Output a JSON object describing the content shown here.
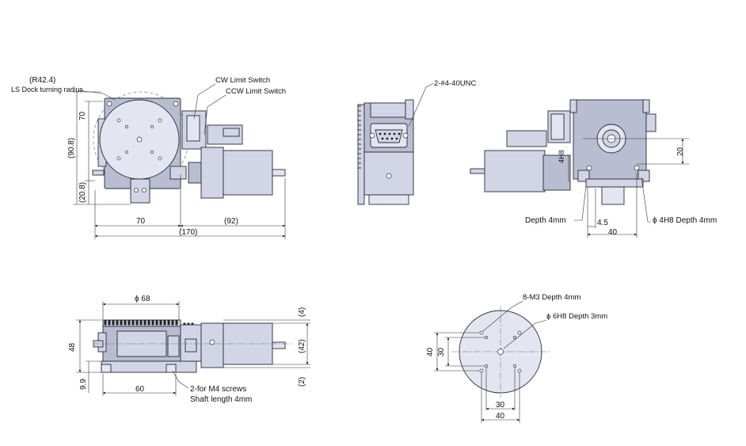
{
  "dimensions": {
    "top_view": {
      "turning_radius": "(R42.4)",
      "turning_radius_note": "LS Dock turning radius",
      "height_total": "(90.8)",
      "height_table": "70",
      "height_offset": "(20.8)",
      "width_table": "70",
      "width_motor": "(92)",
      "width_total": "(170)",
      "cw_switch": "CW Limit Switch",
      "ccw_switch": "CCW Limit Switch"
    },
    "end_view": {
      "connector_thread": "2-#4-40UNC"
    },
    "right_view": {
      "pin_hole": "4H8",
      "height_20": "20",
      "depth_note": "Depth 4mm",
      "offset_45": "4.5",
      "width_40": "40",
      "pin_note": "ϕ 4H8 Depth 4mm"
    },
    "front_view": {
      "diameter": "ϕ 68",
      "height_48": "48",
      "height_99": "9.9",
      "dim_4": "(4)",
      "dim_42": "(42)",
      "dim_2": "(2)",
      "width_60": "60",
      "screws": "2-for M4 screws",
      "shaft_length": "Shaft length 4mm"
    },
    "table_view": {
      "thread_holes": "8-M3 Depth 4mm",
      "center_hole": "ϕ 6H8 Depth 3mm",
      "height_40": "40",
      "height_30": "30",
      "width_30": "30",
      "width_40": "40"
    }
  }
}
